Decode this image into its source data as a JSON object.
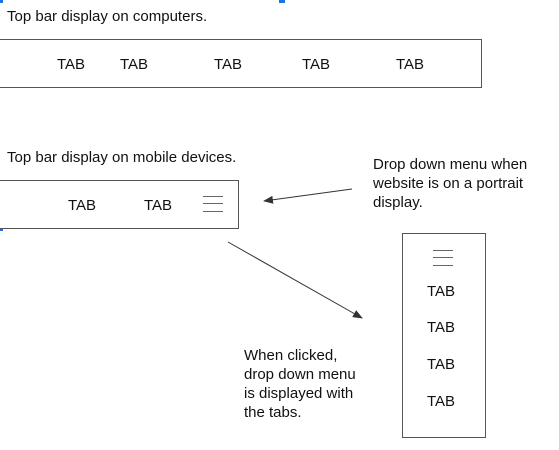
{
  "captions": {
    "desktop": "Top bar display on computers.",
    "mobile": "Top bar display on mobile devices.",
    "dropdown_note": [
      "Drop down menu when",
      "website is on a portrait",
      "display."
    ],
    "clicked_note": [
      "When clicked,",
      "drop down menu",
      "is displayed with",
      "the tabs."
    ]
  },
  "desktop_bar": {
    "tabs": [
      "TAB",
      "TAB",
      "TAB",
      "TAB",
      "TAB"
    ]
  },
  "mobile_bar": {
    "tabs": [
      "TAB",
      "TAB"
    ],
    "menu_icon": "hamburger-icon"
  },
  "dropdown_menu": {
    "menu_icon": "hamburger-icon",
    "tabs": [
      "TAB",
      "TAB",
      "TAB",
      "TAB"
    ]
  },
  "colors": {
    "border": "#555555",
    "arrow": "#333333",
    "selection_marker": "#1a73e8"
  }
}
